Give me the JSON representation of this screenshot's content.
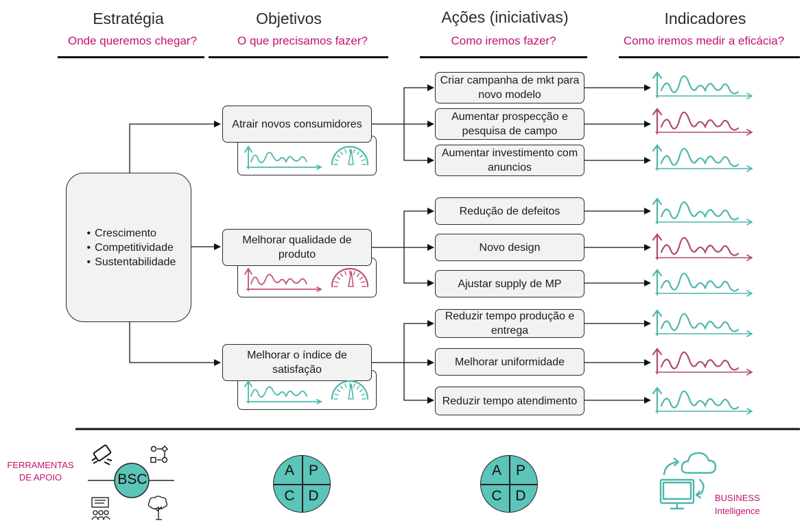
{
  "columns": [
    {
      "title": "Estratégia",
      "subtitle": "Onde queremos chegar?"
    },
    {
      "title": "Objetivos",
      "subtitle": "O que precisamos fazer?"
    },
    {
      "title": "Ações (iniciativas)",
      "subtitle": "Como iremos fazer?"
    },
    {
      "title": "Indicadores",
      "subtitle": "Como iremos medir a eficácia?"
    }
  ],
  "strategy": {
    "items": [
      "Crescimento",
      "Competitividade",
      "Sustentabilidade"
    ]
  },
  "objectives": [
    {
      "label": "Atrair novos consumidores",
      "color": "#4db6ac"
    },
    {
      "label": "Melhorar qualidade de produto",
      "color": "#c0507a"
    },
    {
      "label": "Melhorar o índice de satisfação",
      "color": "#4db6ac"
    }
  ],
  "actions": [
    {
      "label": "Criar campanha de mkt para novo modelo",
      "indicator_color": "#4db6ac"
    },
    {
      "label": "Aumentar prospecção e pesquisa de campo",
      "indicator_color": "#b04a6e"
    },
    {
      "label": "Aumentar investimento com anuncios",
      "indicator_color": "#4db6ac"
    },
    {
      "label": "Redução de defeitos",
      "indicator_color": "#4db6ac"
    },
    {
      "label": "Novo design",
      "indicator_color": "#b04a6e"
    },
    {
      "label": "Ajustar supply de MP",
      "indicator_color": "#4db6ac"
    },
    {
      "label": "Reduzir tempo produção e entrega",
      "indicator_color": "#4db6ac"
    },
    {
      "label": "Melhorar uniformidade",
      "indicator_color": "#b04a6e"
    },
    {
      "label": "Reduzir tempo atendimento",
      "indicator_color": "#4db6ac"
    }
  ],
  "tools": {
    "label": "FERRAMENTAS DE APOIO",
    "bsc": "BSC",
    "pdca": {
      "a": "A",
      "p": "P",
      "c": "C",
      "d": "D"
    },
    "bi": "BUSINESS Intelligence"
  }
}
